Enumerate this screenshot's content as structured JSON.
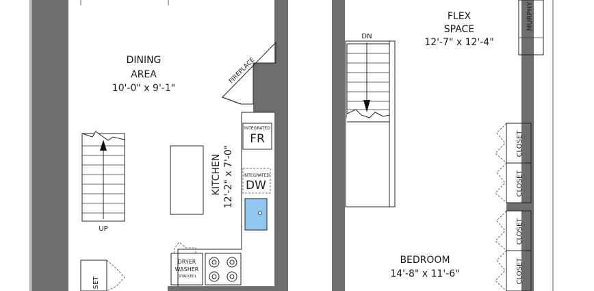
{
  "rooms": {
    "dining": {
      "name_line1": "DINING",
      "name_line2": "AREA",
      "dims": "10'-0\" x 9'-1\""
    },
    "kitchen": {
      "name": "KITCHEN",
      "dims": "12'-2\" x 7'-0\""
    },
    "flex": {
      "name_line1": "FLEX",
      "name_line2": "SPACE",
      "dims": "12'-7\" x 12'-4\""
    },
    "bedroom": {
      "name": "BEDROOM",
      "dims": "14'-8\" x 11'-6\""
    }
  },
  "fixtures": {
    "fireplace": "FIREPLACE",
    "fridge_caption": "INTEGRATED",
    "fridge_label": "FR",
    "dishwasher_caption": "INTEGRATED",
    "dishwasher_label": "DW",
    "dryer_line1": "DRYER",
    "dryer_line2": "WASHER",
    "dryer_line3": "(STACKED)",
    "murphy": "MURPHY",
    "closet": "CLOSET",
    "closet_partial": "SET"
  },
  "stairs": {
    "up": "UP",
    "down": "DN"
  },
  "colors": {
    "wall": "#6e6e6e",
    "sink": "#8ec8f0",
    "line": "#222222"
  }
}
